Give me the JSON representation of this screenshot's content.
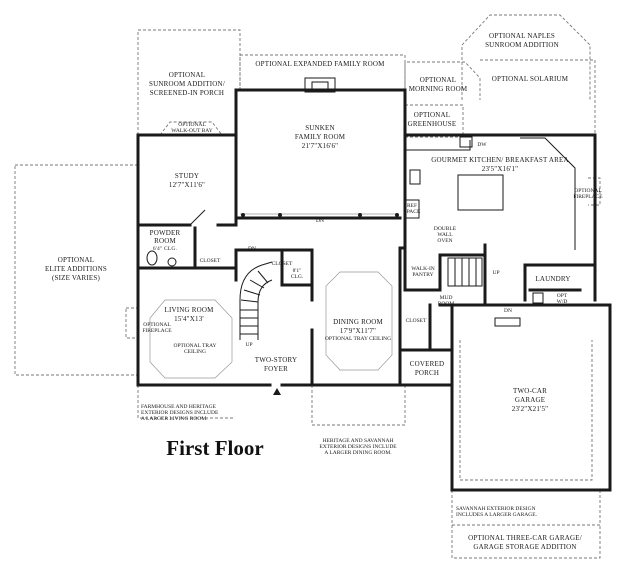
{
  "floor_title": "First Floor",
  "optional_labels": {
    "sunroom_addition": [
      "OPTIONAL",
      "SUNROOM ADDITION/",
      "SCREENED-IN PORCH"
    ],
    "expanded_family_room": [
      "OPTIONAL EXPANDED FAMILY ROOM"
    ],
    "naples_sunroom": [
      "OPTIONAL NAPLES",
      "SUNROOM ADDITION"
    ],
    "morning_room": [
      "OPTIONAL",
      "MORNING ROOM"
    ],
    "solarium": [
      "OPTIONAL SOLARIUM"
    ],
    "greenhouse": [
      "OPTIONAL",
      "GREENHOUSE"
    ],
    "walk_out_bay": [
      "OPTIONAL",
      "WALK-OUT BAY"
    ],
    "elite_additions": [
      "OPTIONAL",
      "ELITE ADDITIONS",
      "(SIZE VARIES)"
    ],
    "three_car_garage": [
      "OPTIONAL THREE-CAR GARAGE/",
      "GARAGE STORAGE ADDITION"
    ]
  },
  "rooms": {
    "family_room": [
      "SUNKEN",
      "FAMILY ROOM",
      "21'7\"X16'6\""
    ],
    "study": [
      "STUDY",
      "12'7\"X11'6\""
    ],
    "kitchen": [
      "GOURMET KITCHEN/ BREAKFAST AREA",
      "23'5\"X16'1\""
    ],
    "powder_room": [
      "POWDER",
      "ROOM",
      "6'4\" CLG."
    ],
    "living_room": [
      "LIVING ROOM",
      "15'4\"X13'"
    ],
    "dining_room": [
      "DINING ROOM",
      "17'9\"X11'7\""
    ],
    "foyer": [
      "TWO-STORY",
      "FOYER"
    ],
    "laundry": [
      "LAUNDRY"
    ],
    "covered_porch": [
      "COVERED",
      "PORCH"
    ],
    "garage": [
      "TWO-CAR",
      "GARAGE",
      "23'2\"X21'5\""
    ],
    "mud_room": [
      "MUD",
      "ROOM"
    ],
    "walk_in_pantry": [
      "WALK-IN",
      "PANTRY"
    ]
  },
  "small_labels": {
    "dw": "DW",
    "ref_space": [
      "REF",
      "SPACE"
    ],
    "optional_fireplace_kitchen": [
      "OPTIONAL",
      "FIREPLACE"
    ],
    "double_wall_oven": [
      "DOUBLE",
      "WALL",
      "OVEN"
    ],
    "dn_family": "DN",
    "dn_hall": "DN",
    "dn_mud": "DN",
    "closet_hall": "CLOSET",
    "closet_foyer": [
      "CLOSET",
      "8'1\"",
      "CLG."
    ],
    "closet_mud": "CLOSET",
    "up_kitchen": "UP",
    "up_foyer": "UP",
    "opt_wd": [
      "OPT",
      "W/D"
    ],
    "optional_fireplace_living": [
      "OPTIONAL",
      "FIREPLACE"
    ],
    "optional_tray_living": [
      "OPTIONAL TRAY",
      "CEILING"
    ],
    "optional_tray_dining": "OPTIONAL TRAY CEILING"
  },
  "notes": {
    "farmhouse": [
      "FARMHOUSE AND HERITAGE",
      "EXTERIOR DESIGNS INCLUDE",
      "A LARGER LIVING ROOM."
    ],
    "heritage": [
      "HERITAGE AND SAVANNAH",
      "EXTERIOR DESIGNS INCLUDE",
      "A LARGER DINING ROOM."
    ],
    "savannah": [
      "SAVANNAH EXTERIOR DESIGN",
      "INCLUDES A LARGER GARAGE."
    ]
  }
}
